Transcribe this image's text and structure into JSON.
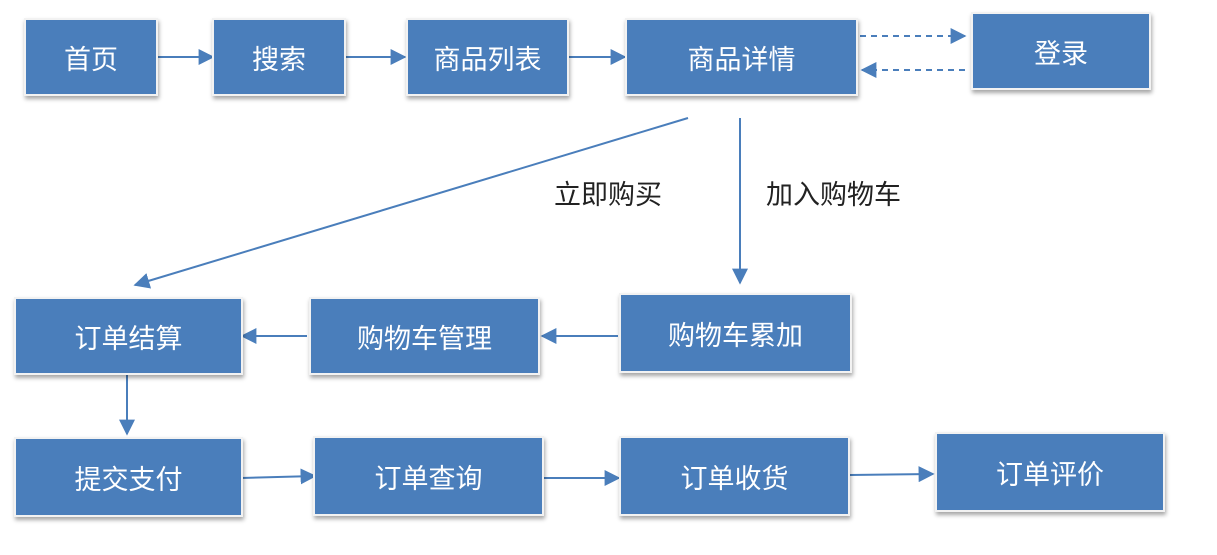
{
  "nodes": {
    "home": "首页",
    "search": "搜索",
    "product_list": "商品列表",
    "product_detail": "商品详情",
    "login": "登录",
    "order_checkout": "订单结算",
    "cart_manage": "购物车管理",
    "cart_add": "购物车累加",
    "payment": "提交支付",
    "order_query": "订单查询",
    "order_receive": "订单收货",
    "order_review": "订单评价"
  },
  "edge_labels": {
    "buy_now": "立即购买",
    "add_to_cart": "加入购物车"
  },
  "colors": {
    "node_fill": "#4a7ebb",
    "edge": "#4a7ebb"
  }
}
